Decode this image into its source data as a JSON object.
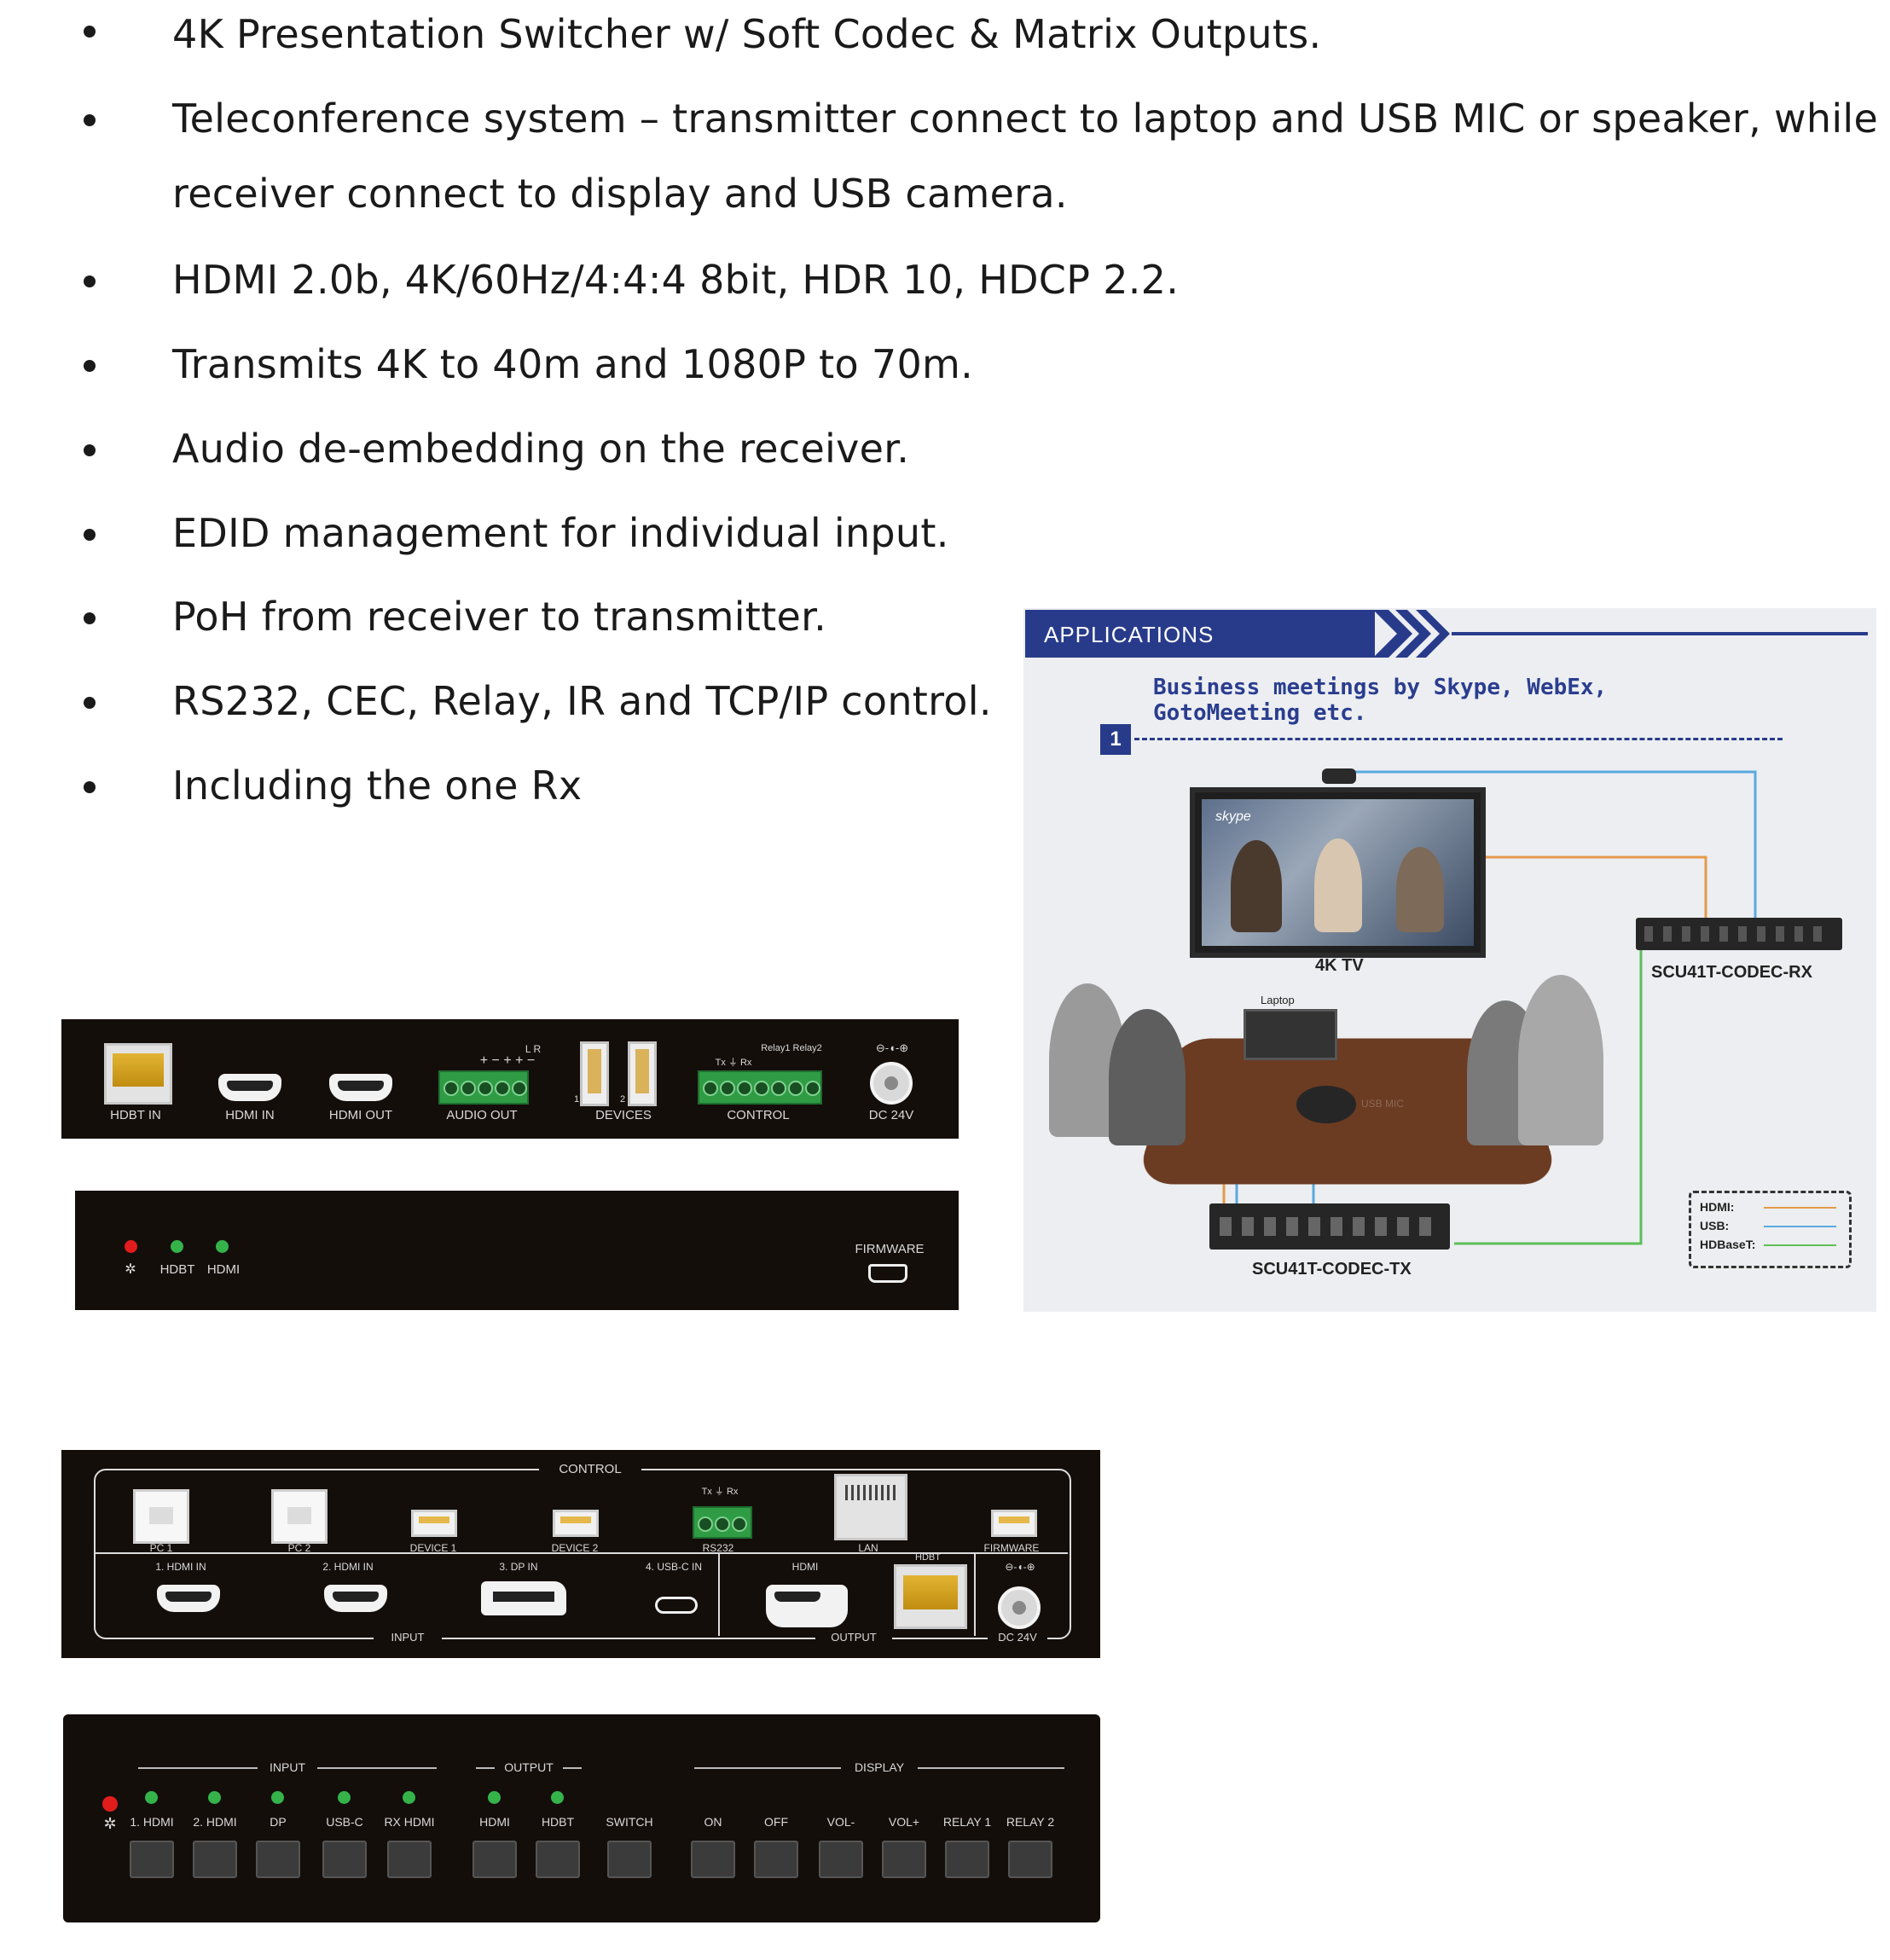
{
  "bullets": [
    {
      "line1": "4K Presentation Switcher w/ Soft Codec & Matrix Outputs."
    },
    {
      "line1": "Teleconference system – transmitter connect to laptop and USB MIC or speaker, while",
      "line2": "receiver connect to display and USB camera."
    },
    {
      "line1": "HDMI 2.0b, 4K/60Hz/4:4:4 8bit, HDR 10, HDCP 2.2."
    },
    {
      "line1": "Transmits 4K to 40m and 1080P to 70m."
    },
    {
      "line1": "Audio de-embedding on the receiver."
    },
    {
      "line1": "EDID management for individual input."
    },
    {
      "line1": "PoH from receiver to transmitter."
    },
    {
      "line1": "RS232, CEC, Relay, IR and TCP/IP control."
    },
    {
      "line1": "Including the one Rx"
    }
  ],
  "rx_rear": {
    "hdbt_in": "HDBT IN",
    "hdmi_in": "HDMI IN",
    "hdmi_out": "HDMI OUT",
    "audio_out": "AUDIO OUT",
    "audio_marks": "+ − + + −",
    "audio_lr": "L      R",
    "devices": "DEVICES",
    "dev_1": "1",
    "dev_2": "2",
    "control": "CONTROL",
    "control_marks": "Tx  ⏚  Rx",
    "relays": "Relay1 Relay2",
    "dc": "DC 24V",
    "dc_symbol": "⊖-◖-⊕"
  },
  "rx_front": {
    "power_icon": "✲",
    "hdbt": "HDBT",
    "hdmi": "HDMI",
    "firmware": "FIRMWARE"
  },
  "applications": {
    "header": "APPLICATIONS",
    "subtitle_line1": "Business meetings by Skype, WebEx,",
    "subtitle_line2": "GotoMeeting etc.",
    "step": "1",
    "tv_label": "4K TV",
    "skype": "skype",
    "laptop": "Laptop",
    "usb_mic": "USB MIC",
    "rx_label": "SCU41T-CODEC-RX",
    "tx_label": "SCU41T-CODEC-TX",
    "legend": [
      {
        "label": "HDMI:",
        "color": "#e59a4a"
      },
      {
        "label": "USB:",
        "color": "#5aa9de"
      },
      {
        "label": "HDBaseT:",
        "color": "#5cbf57"
      }
    ]
  },
  "tx_rear": {
    "control": "CONTROL",
    "pc1": "PC 1",
    "pc2": "PC 2",
    "device1": "DEVICE 1",
    "device2": "DEVICE 2",
    "rs232": "RS232",
    "rs232_marks": "Tx  ⏚  Rx",
    "lan": "LAN",
    "hdbt": "HDBT",
    "firmware": "FIRMWARE",
    "hdmi_in1": "1. HDMI IN",
    "hdmi_in2": "2. HDMI IN",
    "dp_in": "3. DP IN",
    "usbc_in": "4. USB-C IN",
    "out_hdmi": "HDMI",
    "input": "INPUT",
    "output": "OUTPUT",
    "dc": "DC 24V",
    "dc_symbol": "⊖-◖-⊕"
  },
  "tx_front": {
    "input": "INPUT",
    "output": "OUTPUT",
    "display": "DISPLAY",
    "power_icon": "✲",
    "buttons": [
      "1. HDMI",
      "2. HDMI",
      "DP",
      "USB-C",
      "RX HDMI",
      "HDMI",
      "HDBT",
      "SWITCH",
      "ON",
      "OFF",
      "VOL-",
      "VOL+",
      "RELAY 1",
      "RELAY 2"
    ]
  }
}
